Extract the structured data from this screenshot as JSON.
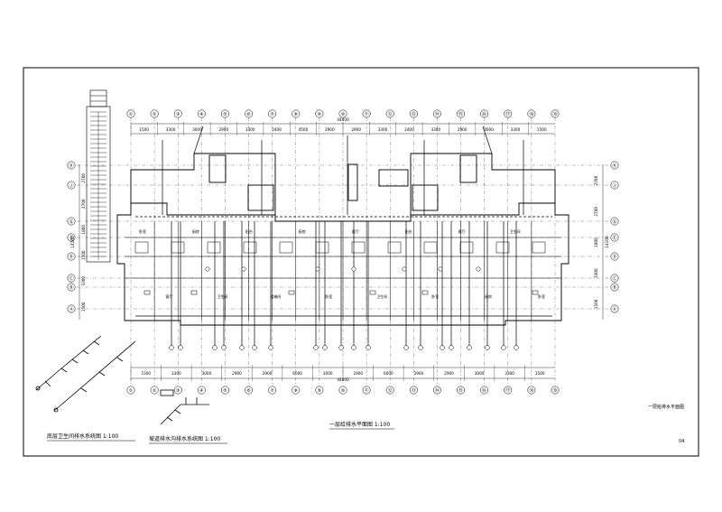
{
  "drawing": {
    "top_axes": [
      "①",
      "②",
      "③",
      "④",
      "⑤",
      "⑥",
      "⑦",
      "⑧",
      "⑨",
      "⑩",
      "⑪",
      "⑫",
      "⑬",
      "⑭",
      "⑮",
      "⑯",
      "⑰",
      "⑱",
      "⑲"
    ],
    "bottom_axes": [
      "①",
      "②",
      "③",
      "④",
      "⑤",
      "⑥",
      "⑦",
      "⑧",
      "⑨",
      "⑩",
      "⑪",
      "⑫",
      "⑬",
      "⑭",
      "⑮",
      "⑯",
      "⑰",
      "⑱",
      "⑲"
    ],
    "row_axes": [
      "Ⓚ",
      "Ⓙ",
      "Ⓖ",
      "Ⓔ",
      "Ⓓ",
      "Ⓒ",
      "Ⓑ",
      "Ⓐ"
    ],
    "top_dims": [
      "1500",
      "3300",
      "3000",
      "2900",
      "3300",
      "2400",
      "4500",
      "2900",
      "2900",
      "3300",
      "2400",
      "3300",
      "2900",
      "3000",
      "3300",
      "1500"
    ],
    "bottom_dims": [
      "1500",
      "3300",
      "3000",
      "2900",
      "2900",
      "6000",
      "3000",
      "2900",
      "6000",
      "2900",
      "2900",
      "3000",
      "3300",
      "1500"
    ],
    "total_dim_top": "44400",
    "total_dim_bottom": "44400",
    "left_dims": [
      "2700",
      "2700",
      "1800",
      "1500",
      "3300",
      "1500"
    ],
    "right_dims": [
      "2700",
      "2700",
      "1800",
      "3300",
      "1500"
    ],
    "left_total": "14100",
    "right_total": "14100",
    "caption_left": "底层卫生间排水系统图 1:100",
    "caption_mid": "坡道排水沟排水系统图 1:100",
    "caption_main": "一层给排水平面图 1:100",
    "side_label": "一层给排水平面图",
    "sheet_no": "04",
    "room_labels": [
      "卧室",
      "客厅",
      "厨房",
      "卫生间",
      "阳台",
      "楼梯间",
      "厨房",
      "卧室",
      "客厅",
      "卫生间",
      "阳台",
      "卧室",
      "客厅",
      "厨房",
      "卫生间",
      "卧室"
    ]
  }
}
